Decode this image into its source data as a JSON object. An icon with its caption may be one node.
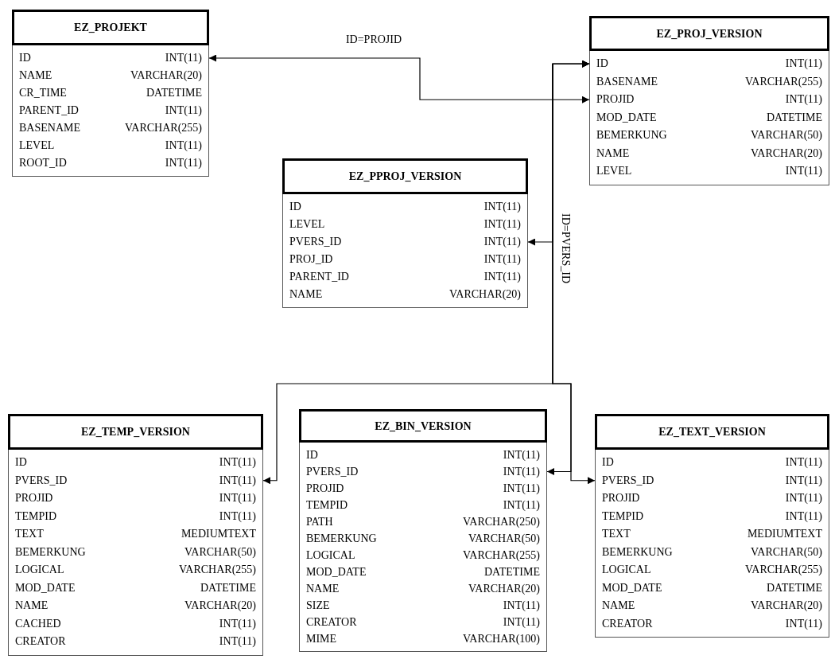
{
  "diagram": {
    "nodes": [
      {
        "text": [
          "EZ_PROJEKT",
          "ID",
          "INT(11)",
          "NAME",
          "VARCHAR(20)",
          "CR_TIME",
          "DATETIME",
          "PARENT_ID",
          "INT(11)",
          "BASENAME",
          "VARCHAR(255)",
          "LEVEL",
          "INT(11)",
          "ROOT_ID",
          "INT(11)"
        ]
      },
      {
        "text": [
          "EZ_PROJ_VERSION",
          "ID",
          "INT(11)",
          "BASENAME",
          "VARCHAR(255)",
          "PROJID",
          "INT(11)",
          "MOD_DATE",
          "DATETIME",
          "BEMERKUNG",
          "VARCHAR(50)",
          "NAME",
          "VARCHAR(20)",
          "LEVEL",
          "INT(11)"
        ]
      },
      {
        "text": [
          "EZ_PPROJ_VERSION",
          "ID",
          "INT(11)",
          "LEVEL",
          "INT(11)",
          "PVERS_ID",
          "INT(11)",
          "PROJ_ID",
          "INT(11)",
          "PARENT_ID",
          "INT(11)",
          "NAME",
          "VARCHAR(20)"
        ]
      },
      {
        "text": [
          "EZ_TEMP_VERSION",
          "ID",
          "INT(11)",
          "PVERS_ID",
          "INT(11)",
          "PROJID",
          "INT(11)",
          "TEMPID",
          "INT(11)",
          "TEXT",
          "MEDIUMTEXT",
          "BEMERKUNG",
          "VARCHAR(50)",
          "LOGICAL",
          "VARCHAR(255)",
          "MOD_DATE",
          "DATETIME",
          "NAME",
          "VARCHAR(20)",
          "CACHED",
          "INT(11)",
          "CREATOR",
          "INT(11)"
        ]
      },
      {
        "text": [
          "EZ_BIN_VERSION",
          "ID",
          "INT(11)",
          "PVERS_ID",
          "INT(11)",
          "PROJID",
          "INT(11)",
          "TEMPID",
          "INT(11)",
          "PATH",
          "VARCHAR(250)",
          "BEMERKUNG",
          "VARCHAR(50)",
          "LOGICAL",
          "VARCHAR(255)",
          "MOD_DATE",
          "DATETIME",
          "NAME",
          "VARCHAR(20)",
          "SIZE",
          "INT(11)",
          "CREATOR",
          "INT(11)",
          "MIME",
          "VARCHAR(100)"
        ]
      },
      {
        "text": [
          "EZ_TEXT_VERSION",
          "ID",
          "INT(11)",
          "PVERS_ID",
          "INT(11)",
          "PROJID",
          "INT(11)",
          "TEMPID",
          "INT(11)",
          "TEXT",
          "MEDIUMTEXT",
          "BEMERKUNG",
          "VARCHAR(50)",
          "LOGICAL",
          "VARCHAR(255)",
          "MOD_DATE",
          "DATETIME",
          "NAME",
          "VARCHAR(20)",
          "CREATOR",
          "INT(11)"
        ]
      }
    ],
    "edges": [
      {
        "from": 1,
        "to": 0,
        "arrow": "both",
        "label": "ID=PROJID"
      },
      {
        "from": 1,
        "to": 2,
        "arrow": "both",
        "label": "ID=PVERS_ID"
      },
      {
        "from": 1,
        "to": 3,
        "arrow": "both"
      },
      {
        "from": 1,
        "to": 4,
        "arrow": "both"
      },
      {
        "from": 1,
        "to": 5,
        "arrow": "both"
      }
    ]
  }
}
